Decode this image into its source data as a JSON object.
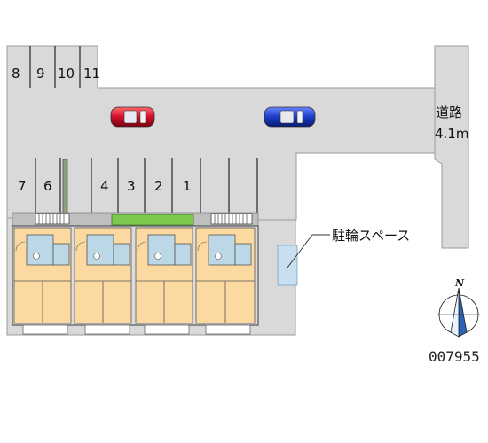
{
  "parking_numbers_top": [
    "8",
    "9",
    "10",
    "11"
  ],
  "parking_numbers_lower": [
    "7",
    "6",
    "4",
    "3",
    "2",
    "1"
  ],
  "road": {
    "label": "道路",
    "width": "4.1m"
  },
  "bicycle_parking": {
    "label": "駐輪スペース"
  },
  "compass": {
    "north": "N"
  },
  "property_code": "007955",
  "colors": {
    "lot": "#d9d9d9",
    "unit_floor": "#fcd9a0",
    "unit_wet": "#bcd7e6",
    "bike_area": "#c7dff0",
    "hedge": "#7ec84f",
    "car_red": "#d0102a",
    "car_blue": "#1b3cc8"
  }
}
